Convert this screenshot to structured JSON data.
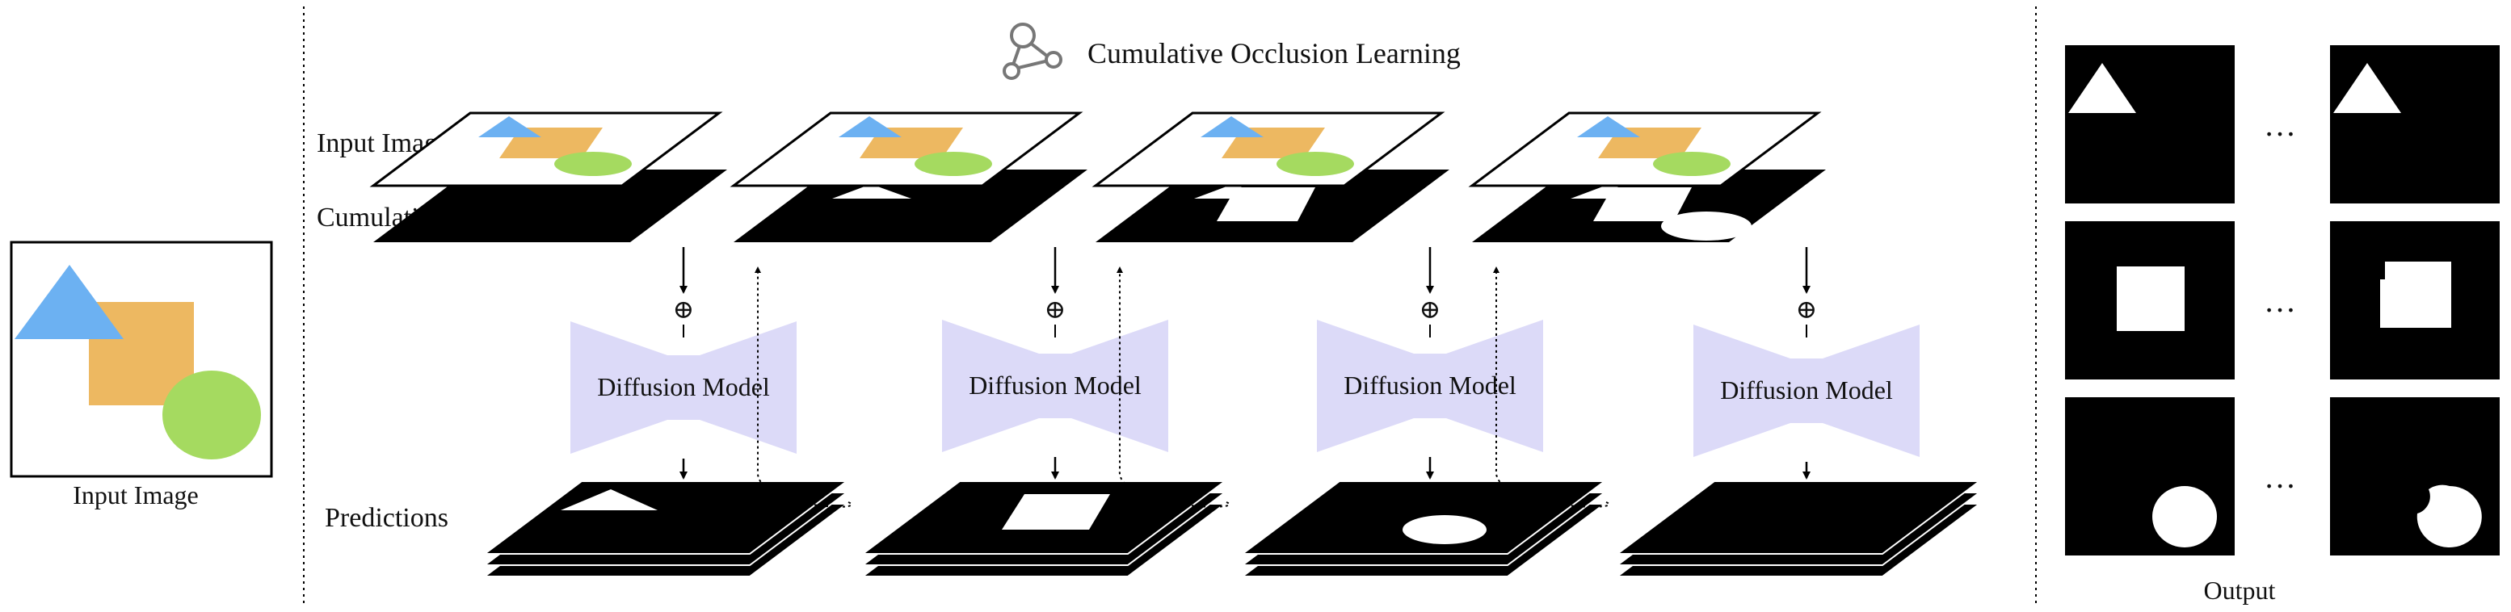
{
  "left_panel": {
    "caption": "Input Image"
  },
  "header": {
    "title": "Cumulative Occlusion Learning",
    "icon": "graph-nodes-icon"
  },
  "row_labels": {
    "input_image": "Input Image",
    "cumulative_mask": "Cumulative Mask",
    "predictions": "Predictions"
  },
  "stages": [
    {
      "model_label": "Diffusion Model",
      "mask_holes": [],
      "prediction_shape": "triangle"
    },
    {
      "model_label": "Diffusion Model",
      "mask_holes": [
        "triangle"
      ],
      "prediction_shape": "square"
    },
    {
      "model_label": "Diffusion Model",
      "mask_holes": [
        "triangle",
        "square"
      ],
      "prediction_shape": "ellipse"
    },
    {
      "model_label": "Diffusion Model",
      "mask_holes": [
        "triangle",
        "square",
        "ellipse"
      ],
      "prediction_shape": "none"
    }
  ],
  "operator_symbol": "⊕",
  "output": {
    "caption": "Output",
    "ellipsis": "…",
    "rows": [
      {
        "shape": "triangle"
      },
      {
        "shape": "square"
      },
      {
        "shape": "circle"
      }
    ]
  },
  "colors": {
    "triangle": "#6cb1f2",
    "square": "#edb861",
    "circle": "#a5da60",
    "model": "#dcdaf8",
    "mask": "#000000"
  }
}
